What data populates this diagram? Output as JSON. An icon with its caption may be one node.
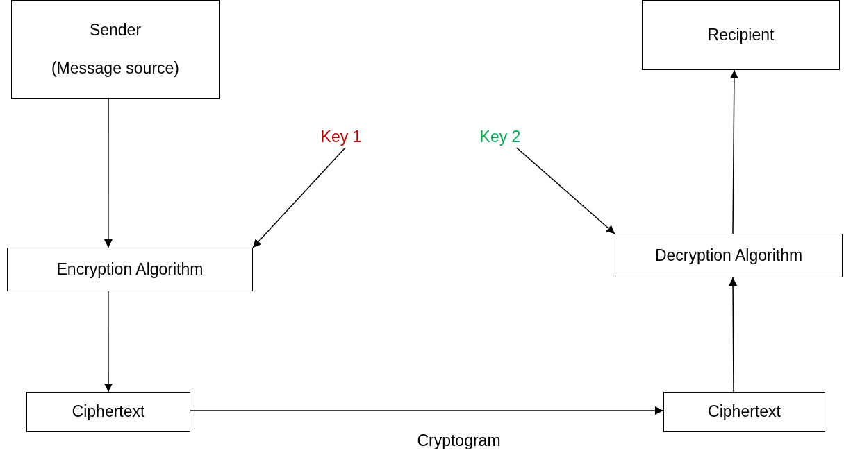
{
  "diagram": {
    "nodes": [
      {
        "text": [
          "Sender",
          "(Message source)"
        ]
      },
      {
        "text": [
          "Recipient"
        ]
      },
      {
        "text": [
          "Key 1"
        ]
      },
      {
        "text": [
          "Key 2"
        ]
      },
      {
        "text": [
          "Encryption Algorithm"
        ]
      },
      {
        "text": [
          "Decryption Algorithm"
        ]
      },
      {
        "text": [
          "Ciphertext"
        ]
      },
      {
        "text": [
          "Ciphertext"
        ]
      }
    ],
    "edges": [
      {
        "from": 0,
        "to": 4,
        "arrow": "to"
      },
      {
        "from": 2,
        "to": 4,
        "arrow": "to"
      },
      {
        "from": 4,
        "to": 6,
        "arrow": "to"
      },
      {
        "from": 6,
        "to": 7,
        "arrow": "to",
        "label": "Cryptogram"
      },
      {
        "from": 3,
        "to": 5,
        "arrow": "to"
      },
      {
        "from": 7,
        "to": 5,
        "arrow": "to"
      },
      {
        "from": 5,
        "to": 1,
        "arrow": "to"
      }
    ]
  }
}
